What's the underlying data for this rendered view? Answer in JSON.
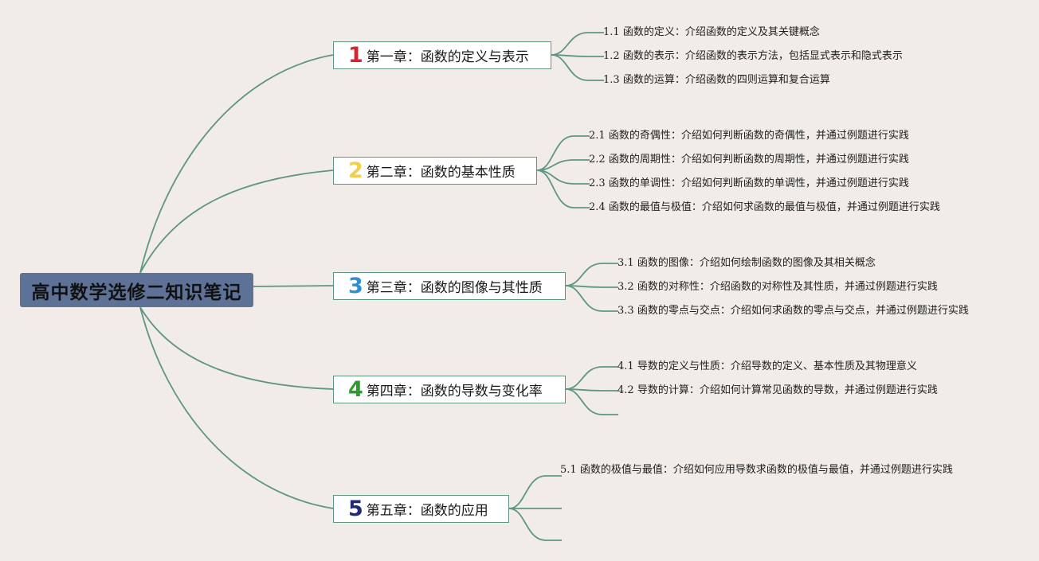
{
  "root": {
    "title": "高中数学选修二知识笔记"
  },
  "colors": {
    "background": "#f1ece7",
    "root_fill": "#5e7297",
    "line": "#5e9683",
    "num1": "#d3262f",
    "num2": "#f2cf4a",
    "num3": "#2f8fd0",
    "num4": "#2a9d2d",
    "num5": "#1f2a78"
  },
  "chapters": [
    {
      "num": "1",
      "title": "第一章：函数的定义与表示",
      "items": [
        {
          "num": "1.1",
          "text": "函数的定义：介绍函数的定义及其关键概念"
        },
        {
          "num": "1.2",
          "text": "函数的表示：介绍函数的表示方法，包括显式表示和隐式表示"
        },
        {
          "num": "1.3",
          "text": "函数的运算：介绍函数的四则运算和复合运算"
        }
      ]
    },
    {
      "num": "2",
      "title": "第二章：函数的基本性质",
      "items": [
        {
          "num": "2.1",
          "text": "函数的奇偶性：介绍如何判断函数的奇偶性，并通过例题进行实践"
        },
        {
          "num": "2.2",
          "text": "函数的周期性：介绍如何判断函数的周期性，并通过例题进行实践"
        },
        {
          "num": "2.3",
          "text": "函数的单调性：介绍如何判断函数的单调性，并通过例题进行实践"
        },
        {
          "num": "2.4",
          "text": "函数的最值与极值：介绍如何求函数的最值与极值，并通过例题进行实践"
        }
      ]
    },
    {
      "num": "3",
      "title": "第三章：函数的图像与其性质",
      "items": [
        {
          "num": "3.1",
          "text": "函数的图像：介绍如何绘制函数的图像及其相关概念"
        },
        {
          "num": "3.2",
          "text": "函数的对称性：介绍函数的对称性及其性质，并通过例题进行实践"
        },
        {
          "num": "3.3",
          "text": "函数的零点与交点：介绍如何求函数的零点与交点，并通过例题进行实践"
        }
      ]
    },
    {
      "num": "4",
      "title": "第四章：函数的导数与变化率",
      "items": [
        {
          "num": "4.1",
          "text": "导数的定义与性质：介绍导数的定义、基本性质及其物理意义"
        },
        {
          "num": "4.2",
          "text": "导数的计算：介绍如何计算常见函数的导数，并通过例题进行实践"
        }
      ]
    },
    {
      "num": "5",
      "title": "第五章：函数的应用",
      "items": [
        {
          "num": "5.1",
          "text": "函数的极值与最值：介绍如何应用导数求函数的极值与最值，并通过例题进行实践"
        }
      ]
    }
  ]
}
